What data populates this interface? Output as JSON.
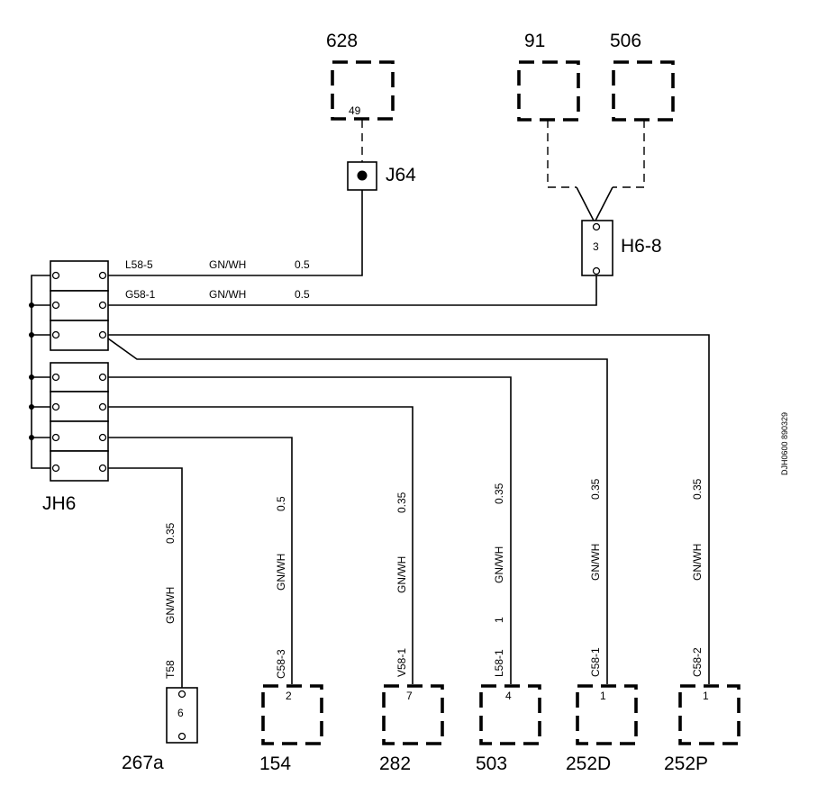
{
  "components": {
    "c628": {
      "id": "628",
      "pin": "49"
    },
    "c91": {
      "id": "91"
    },
    "c506": {
      "id": "506"
    },
    "c154": {
      "id": "154",
      "pin": "2"
    },
    "c282": {
      "id": "282",
      "pin": "7"
    },
    "c503": {
      "id": "503",
      "pin": "4"
    },
    "c252d": {
      "id": "252D",
      "pin": "1"
    },
    "c252p": {
      "id": "252P",
      "pin": "1"
    }
  },
  "connectors": {
    "j64": {
      "id": "J64"
    },
    "h68": {
      "id": "H6-8",
      "pin": "3"
    },
    "jh6": {
      "id": "JH6"
    },
    "c267a": {
      "id": "267a",
      "pin": "6"
    }
  },
  "wires": {
    "w1": {
      "code": "L58-5",
      "color": "GN/WH",
      "size": "0.5"
    },
    "w2": {
      "code": "G58-1",
      "color": "GN/WH",
      "size": "0.5"
    },
    "w267a": {
      "code": "T58",
      "color": "GN/WH",
      "size": "0.35"
    },
    "w154": {
      "code": "C58-3",
      "color": "GN/WH",
      "size": "0.5"
    },
    "w282": {
      "code": "V58-1",
      "color": "GN/WH",
      "size": "0.35"
    },
    "w503": {
      "code": "L58-1",
      "extra": "1",
      "color": "GN/WH",
      "size": "0.35"
    },
    "w252d": {
      "code": "C58-1",
      "color": "GN/WH",
      "size": "0.35"
    },
    "w252p": {
      "code": "C58-2",
      "color": "GN/WH",
      "size": "0.35"
    }
  },
  "doc_ref": "DJH0600 890329"
}
